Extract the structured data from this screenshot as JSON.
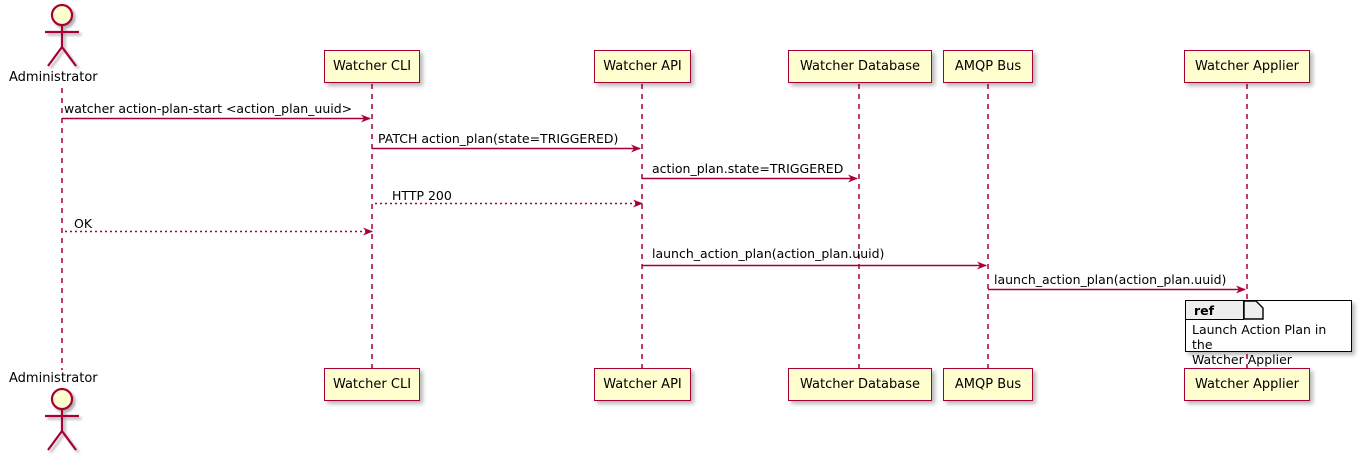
{
  "diagram": {
    "type": "sequence-diagram",
    "title": "",
    "colors": {
      "participant_fill": "#FEFECE",
      "participant_border": "#A80036",
      "lifeline": "#A80036",
      "arrow": "#A80036",
      "text": "#000000",
      "background": "#FFFFFF",
      "ref_border": "#000000",
      "ref_tab_fill": "#EEEEEE"
    }
  },
  "actor": {
    "name": "Administrator",
    "top_label": "Administrator",
    "bottom_label": "Administrator"
  },
  "participants": [
    {
      "id": "cli",
      "label": "Watcher CLI"
    },
    {
      "id": "api",
      "label": "Watcher API"
    },
    {
      "id": "db",
      "label": "Watcher Database"
    },
    {
      "id": "amqp",
      "label": "AMQP Bus"
    },
    {
      "id": "applier",
      "label": "Watcher Applier"
    }
  ],
  "messages": [
    {
      "index": 0,
      "from": "Administrator",
      "to": "Watcher CLI",
      "label": "watcher action-plan-start <action_plan_uuid>",
      "style": "solid",
      "direction": "right"
    },
    {
      "index": 1,
      "from": "Watcher CLI",
      "to": "Watcher API",
      "label": "PATCH action_plan(state=TRIGGERED)",
      "style": "solid",
      "direction": "right"
    },
    {
      "index": 2,
      "from": "Watcher API",
      "to": "Watcher Database",
      "label": "action_plan.state=TRIGGERED",
      "style": "solid",
      "direction": "right"
    },
    {
      "index": 3,
      "from": "Watcher API",
      "to": "Watcher CLI",
      "label": "HTTP 200",
      "style": "dotted",
      "direction": "left"
    },
    {
      "index": 4,
      "from": "Watcher CLI",
      "to": "Administrator",
      "label": "OK",
      "style": "dotted",
      "direction": "left"
    },
    {
      "index": 5,
      "from": "Watcher API",
      "to": "AMQP Bus",
      "label": "launch_action_plan(action_plan.uuid)",
      "style": "solid",
      "direction": "right"
    },
    {
      "index": 6,
      "from": "AMQP Bus",
      "to": "Watcher Applier",
      "label": "launch_action_plan(action_plan.uuid)",
      "style": "solid",
      "direction": "right"
    }
  ],
  "ref_fragment": {
    "tab_label": "ref",
    "text_line_1": "Launch Action Plan in the",
    "text_line_2": "Watcher Applier",
    "over": "Watcher Applier"
  }
}
